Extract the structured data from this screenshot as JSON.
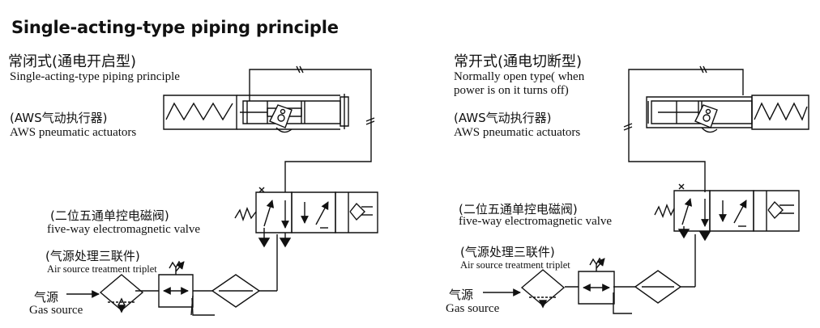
{
  "title": "Single-acting-type piping principle",
  "left": {
    "heading_cn": "常闭式(通电开启型)",
    "heading_en": "Single-acting-type piping principle",
    "actuator_cn": "(AWS气动执行器)",
    "actuator_en": "AWS pneumatic actuators",
    "valve_cn": "(二位五通单控电磁阀)",
    "valve_en": "five-way electromagnetic valve",
    "triplet_cn": "(气源处理三联件)",
    "triplet_en": "Air source treatment triplet",
    "gas_cn": "气源",
    "gas_en": "Gas source"
  },
  "right": {
    "heading_cn": "常开式(通电切断型)",
    "heading_en_line1": "Normally open type( when",
    "heading_en_line2": "power is on it turns off)",
    "actuator_cn": "(AWS气动执行器)",
    "actuator_en": "AWS pneumatic actuators",
    "valve_cn": "(二位五通单控电磁阀)",
    "valve_en": "five-way electromagnetic valve",
    "triplet_cn": "(气源处理三联件)",
    "triplet_en": "Air source treatment triplet",
    "gas_cn": "气源",
    "gas_en": "Gas source"
  },
  "colors": {
    "line": "#111111",
    "background": "#ffffff"
  }
}
